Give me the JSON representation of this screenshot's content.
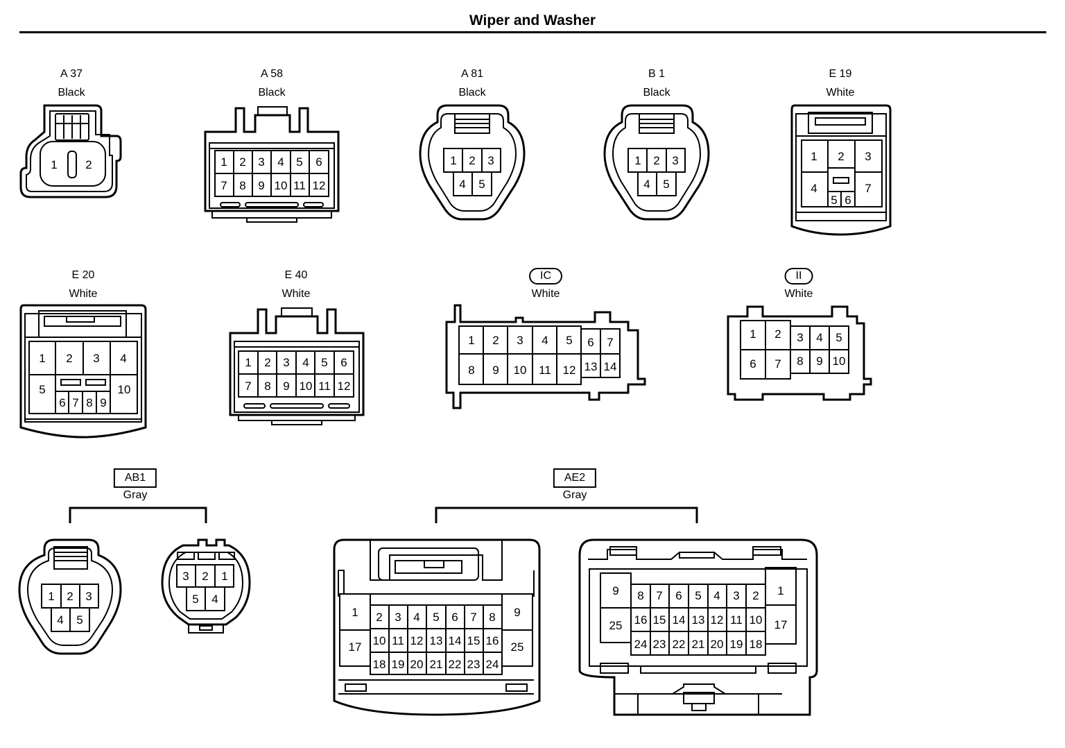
{
  "title": "Wiper and Washer",
  "colors": {
    "line": "#000000",
    "background": "#ffffff"
  },
  "connectors": [
    {
      "id": "A 37",
      "color": "Black",
      "pins": [
        "1",
        "2"
      ]
    },
    {
      "id": "A 58",
      "color": "Black",
      "pins": [
        "1",
        "2",
        "3",
        "4",
        "5",
        "6",
        "7",
        "8",
        "9",
        "10",
        "11",
        "12"
      ]
    },
    {
      "id": "A 81",
      "color": "Black",
      "pins": [
        "1",
        "2",
        "3",
        "4",
        "5"
      ]
    },
    {
      "id": "B 1",
      "color": "Black",
      "pins": [
        "1",
        "2",
        "3",
        "4",
        "5"
      ]
    },
    {
      "id": "E 19",
      "color": "White",
      "pins": [
        "1",
        "2",
        "3",
        "4",
        "5",
        "6",
        "7"
      ]
    },
    {
      "id": "E 20",
      "color": "White",
      "pins": [
        "1",
        "2",
        "3",
        "4",
        "5",
        "6",
        "7",
        "8",
        "9",
        "10"
      ]
    },
    {
      "id": "E 40",
      "color": "White",
      "pins": [
        "1",
        "2",
        "3",
        "4",
        "5",
        "6",
        "7",
        "8",
        "9",
        "10",
        "11",
        "12"
      ]
    },
    {
      "id": "IC",
      "color": "White",
      "pins": [
        "1",
        "2",
        "3",
        "4",
        "5",
        "6",
        "7",
        "8",
        "9",
        "10",
        "11",
        "12",
        "13",
        "14"
      ]
    },
    {
      "id": "II",
      "color": "White",
      "pins": [
        "1",
        "2",
        "3",
        "4",
        "5",
        "6",
        "7",
        "8",
        "9",
        "10"
      ]
    },
    {
      "id": "AB1",
      "color": "Gray",
      "pins": [
        "1",
        "2",
        "3",
        "4",
        "5"
      ]
    },
    {
      "id": "AE2",
      "color": "Gray",
      "pins": [
        "1",
        "2",
        "3",
        "4",
        "5",
        "6",
        "7",
        "8",
        "9",
        "10",
        "11",
        "12",
        "13",
        "14",
        "15",
        "16",
        "17",
        "18",
        "19",
        "20",
        "21",
        "22",
        "23",
        "24",
        "25"
      ]
    }
  ]
}
